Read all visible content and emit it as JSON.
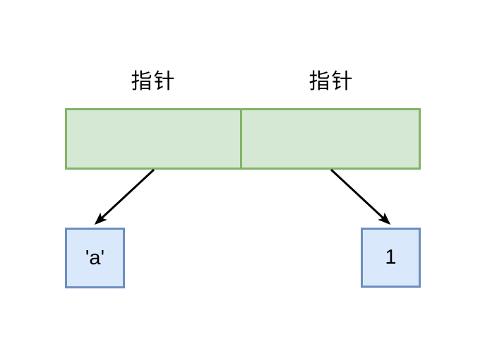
{
  "diagram": {
    "pointer_labels": [
      "指针",
      "指针"
    ],
    "array": {
      "cell_count": 2
    },
    "value_boxes": [
      {
        "value": "'a'"
      },
      {
        "value": "1"
      }
    ],
    "colors": {
      "array_fill": "#d5e8d4",
      "array_border": "#82b366",
      "value_fill": "#dae8fc",
      "value_border": "#6c8ebf",
      "arrow": "#000000",
      "label_text": "#000000"
    }
  }
}
